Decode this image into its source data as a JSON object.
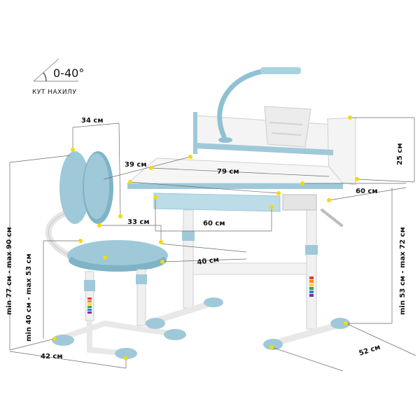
{
  "angle_label": "0-40°",
  "angle_caption": "КУТ НАХИЛУ",
  "dims": {
    "backrest_width": "34 см",
    "desk_depth": "39 см",
    "desk_width": "79 см",
    "shelf_height": "25 см",
    "shelf_depth": "60 см",
    "drawer_width": "60 см",
    "seat_width": "33 см",
    "seat_depth": "40 см",
    "chair_height": "min 77 см - max 90 см",
    "seat_height": "min 40 см - max 53 см",
    "desk_height": "min 53 см - max 72 см",
    "chair_base": "42 см",
    "desk_base": "52 см"
  },
  "colors": {
    "accent": "#9fc9d8",
    "marker": "#f5d90a",
    "frame": "#f4f4f4"
  }
}
